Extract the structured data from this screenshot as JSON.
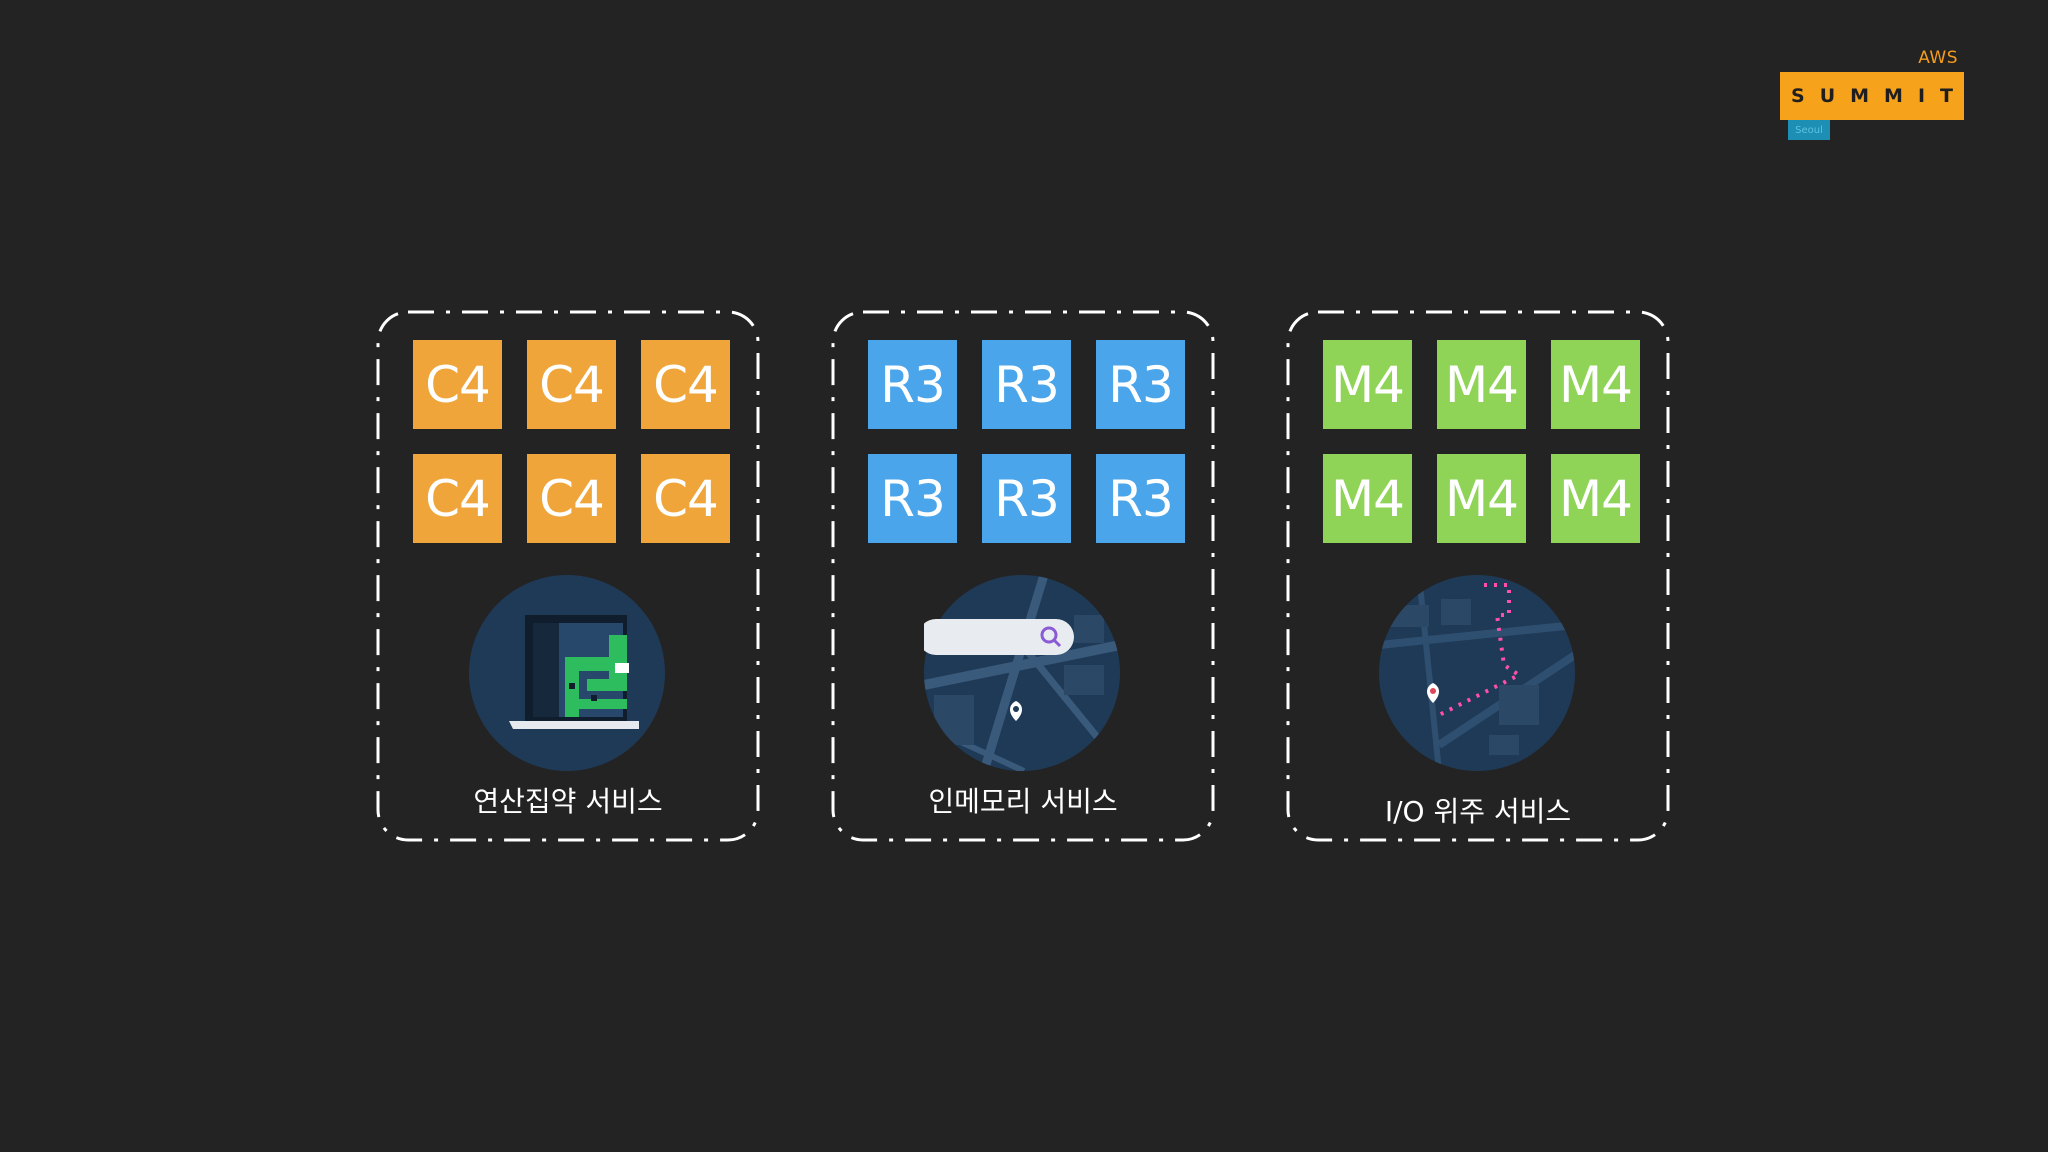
{
  "logo": {
    "brand_text": "AWS",
    "summit_text": "SUMMIT",
    "sub_text": "Seoul",
    "colors": {
      "bar": "#f7a21b",
      "sub": "#1e8fb4"
    }
  },
  "groups": [
    {
      "tile_label": "C4",
      "tile_color": "#f0a53a",
      "caption": "연산집약 서비스",
      "illustration": "laptop-map-icon"
    },
    {
      "tile_label": "R3",
      "tile_color": "#4aa5eb",
      "caption": "인메모리 서비스",
      "illustration": "map-search-icon"
    },
    {
      "tile_label": "M4",
      "tile_color": "#8fd457",
      "caption": "I/O 위주 서비스",
      "illustration": "map-route-icon"
    }
  ]
}
